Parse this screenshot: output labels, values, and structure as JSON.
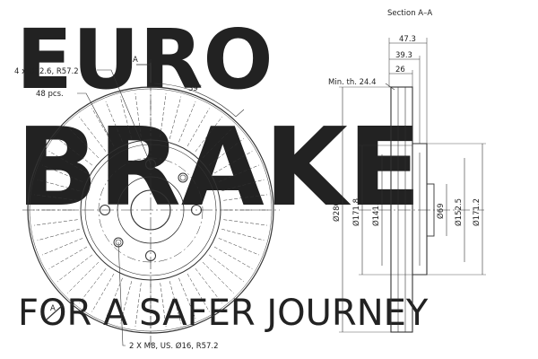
{
  "watermark": {
    "line1": "EURO",
    "line2": "BRAKE",
    "slogan": "FOR A SAFER JOURNEY"
  },
  "section_label": "Section A–A",
  "cut_marker": "A",
  "annotations": {
    "holes": "4 x Ø12.6, R57.2",
    "vent_count": "48 pcs.",
    "angle": "39°",
    "threads": "2 X M8, US. Ø16, R57.2",
    "min_thickness": "Min. th. 24.4"
  },
  "dimensions": {
    "width_total": "47.3",
    "width_hat": "39.3",
    "width_disc": "26",
    "d_outer": "Ø280",
    "d_inner_band": "Ø171.8",
    "d_hat": "Ø141.5",
    "d_center": "Ø69",
    "d_pcd": "Ø152.5",
    "d_inner_hat": "Ø171.2"
  }
}
